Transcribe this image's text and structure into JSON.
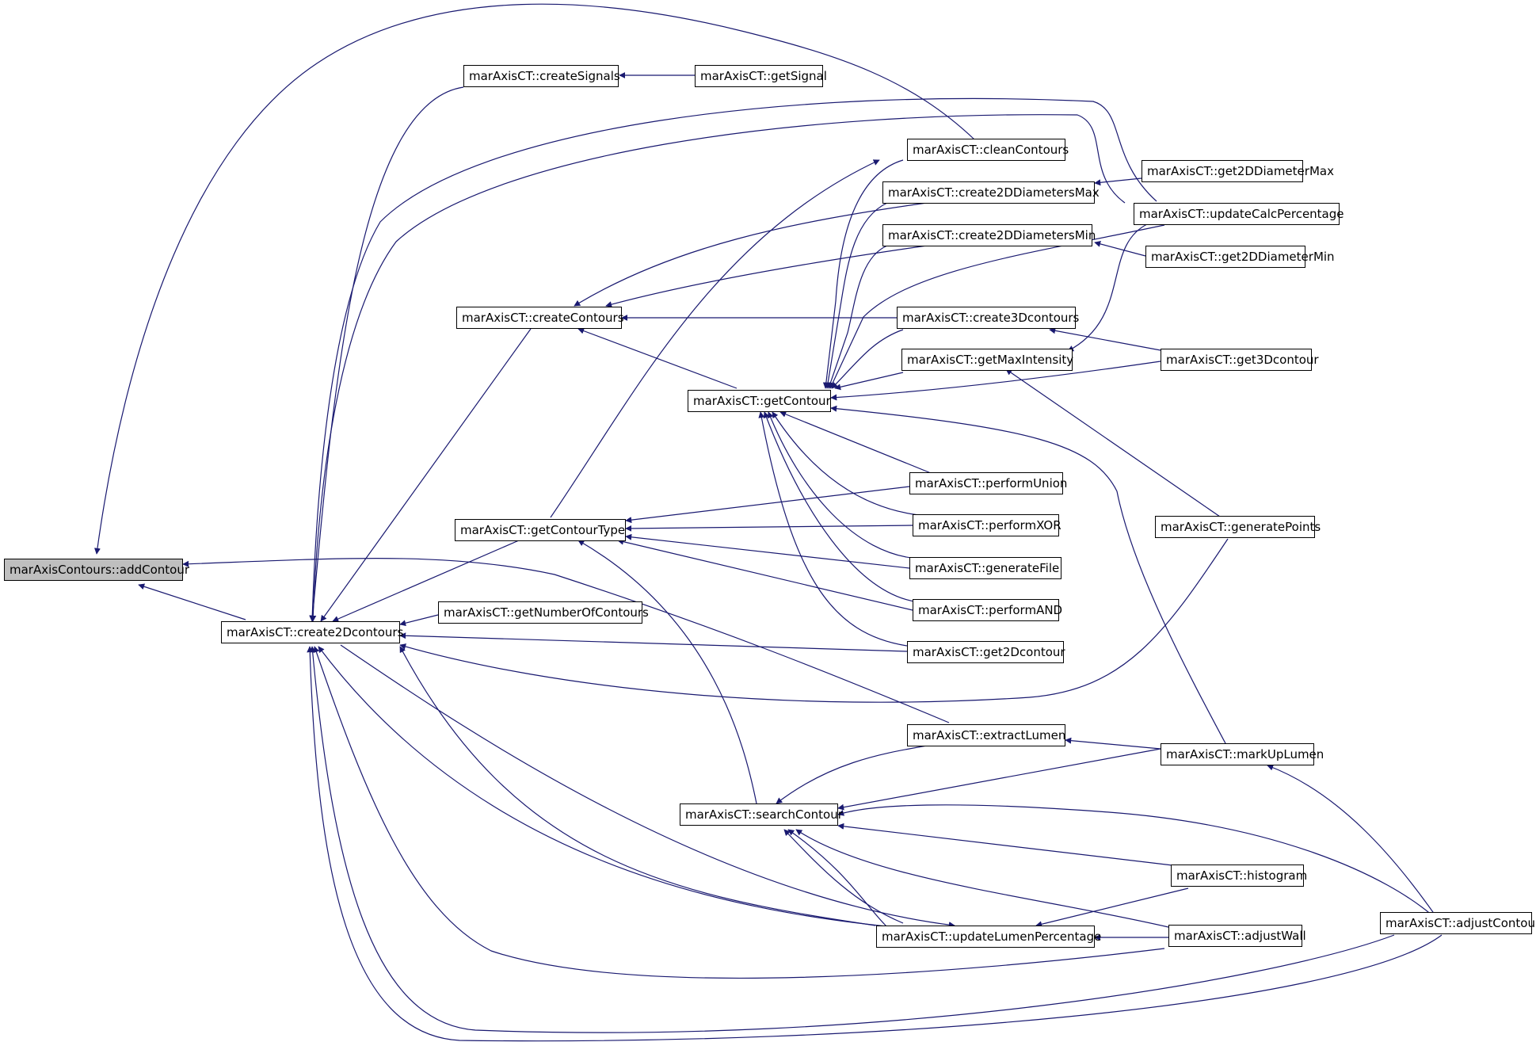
{
  "colors": {
    "edge": "#191970",
    "node_border": "#000000",
    "focus_fill": "#bfbfbf"
  },
  "nodes": {
    "addContour": "marAxisContours::addContour",
    "create2Dcontours": "marAxisCT::create2Dcontours",
    "createSignals": "marAxisCT::createSignals",
    "getSignal": "marAxisCT::getSignal",
    "cleanContours": "marAxisCT::cleanContours",
    "create2DDiametersMax": "marAxisCT::create2DDiametersMax",
    "create2DDiametersMin": "marAxisCT::create2DDiametersMin",
    "get2DDiameterMax": "marAxisCT::get2DDiameterMax",
    "updateCalcPercentage": "marAxisCT::updateCalcPercentage",
    "get2DDiameterMin": "marAxisCT::get2DDiameterMin",
    "createContours": "marAxisCT::createContours",
    "create3Dcontours": "marAxisCT::create3Dcontours",
    "getMaxIntensity": "marAxisCT::getMaxIntensity",
    "get3Dcontour": "marAxisCT::get3Dcontour",
    "getContour": "marAxisCT::getContour",
    "performUnion": "marAxisCT::performUnion",
    "performXOR": "marAxisCT::performXOR",
    "generateFile": "marAxisCT::generateFile",
    "performAND": "marAxisCT::performAND",
    "get2Dcontour": "marAxisCT::get2Dcontour",
    "getContourType": "marAxisCT::getContourType",
    "generatePoints": "marAxisCT::generatePoints",
    "getNumberOfContours": "marAxisCT::getNumberOfContours",
    "extractLumen": "marAxisCT::extractLumen",
    "markUpLumen": "marAxisCT::markUpLumen",
    "searchContour": "marAxisCT::searchContour",
    "histogram": "marAxisCT::histogram",
    "updateLumenPercentage": "marAxisCT::updateLumenPercentage",
    "adjustWall": "marAxisCT::adjustWall",
    "adjustContour": "marAxisCT::adjustContour"
  }
}
